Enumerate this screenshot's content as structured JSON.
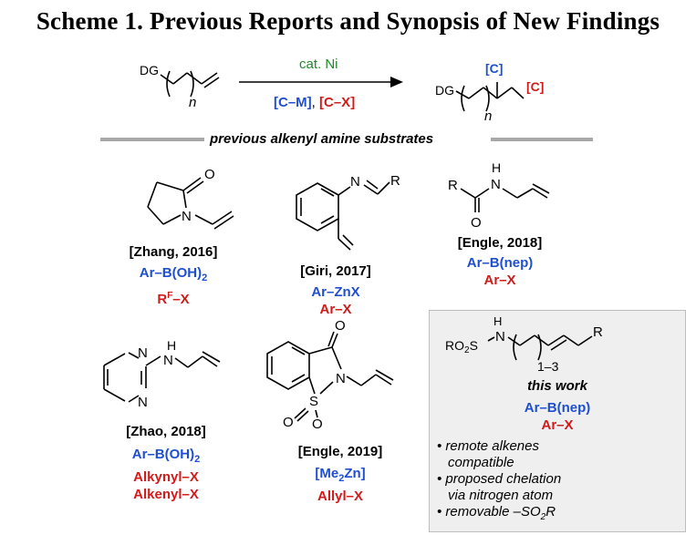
{
  "title": "Scheme 1. Previous Reports and Synopsis of New Findings",
  "reaction": {
    "catalyst": "cat. Ni",
    "reagent_cm": "[C–M]",
    "reagent_comma": ", ",
    "reagent_cx": "[C–X]",
    "start_dg": "DG",
    "start_n": "n",
    "product_dg": "DG",
    "product_n": "n",
    "product_c_blue": "[C]",
    "product_c_red": "[C]"
  },
  "section_label": "previous alkenyl amine substrates",
  "entries": [
    {
      "ref": "[Zhang, 2016]",
      "reagents": [
        {
          "text": "Ar–B(OH)2",
          "color": "#1f4fcf"
        },
        {
          "text": "RF–X",
          "color": "#d11b1b"
        }
      ]
    },
    {
      "ref": "[Giri, 2017]",
      "reagents": [
        {
          "text": "Ar–ZnX",
          "color": "#1f4fcf"
        },
        {
          "text": "Ar–X",
          "color": "#d11b1b"
        }
      ]
    },
    {
      "ref": "[Engle, 2018]",
      "reagents": [
        {
          "text": "Ar–B(nep)",
          "color": "#1f4fcf"
        },
        {
          "text": "Ar–X",
          "color": "#d11b1b"
        }
      ]
    },
    {
      "ref": "[Zhao, 2018]",
      "reagents": [
        {
          "text": "Ar–B(OH)2",
          "color": "#1f4fcf"
        },
        {
          "text": "Alkynyl–X",
          "color": "#d11b1b"
        },
        {
          "text": "Alkenyl–X",
          "color": "#d11b1b"
        }
      ]
    },
    {
      "ref": "[Engle, 2019]",
      "reagents": [
        {
          "text": "[Me2Zn]",
          "color": "#1f4fcf"
        },
        {
          "text": "Allyl–X",
          "color": "#d11b1b"
        }
      ]
    }
  ],
  "this_work": {
    "label": "this work",
    "reagent_blue": "Ar–B(nep)",
    "reagent_red": "Ar–X",
    "struct_text": {
      "ro2s": "RO2S",
      "h": "H",
      "n": "N",
      "r": "R",
      "range": "1–3"
    },
    "bullets": [
      "remote alkenes",
      "compatible",
      "proposed chelation",
      "via nitrogen atom",
      "removable –SO2R"
    ]
  },
  "atoms": {
    "zhang_o": "O",
    "zhang_n": "N",
    "giri_n": "N",
    "giri_r": "R",
    "engle18_r": "R",
    "engle18_h": "H",
    "engle18_n": "N",
    "engle18_o": "O",
    "zhao_h": "H",
    "zhao_n1": "N",
    "zhao_n2": "N",
    "zhao_n3": "N",
    "engle19_o1": "O",
    "engle19_s": "S",
    "engle19_o2": "O",
    "engle19_o3": "O",
    "engle19_n": "N"
  }
}
